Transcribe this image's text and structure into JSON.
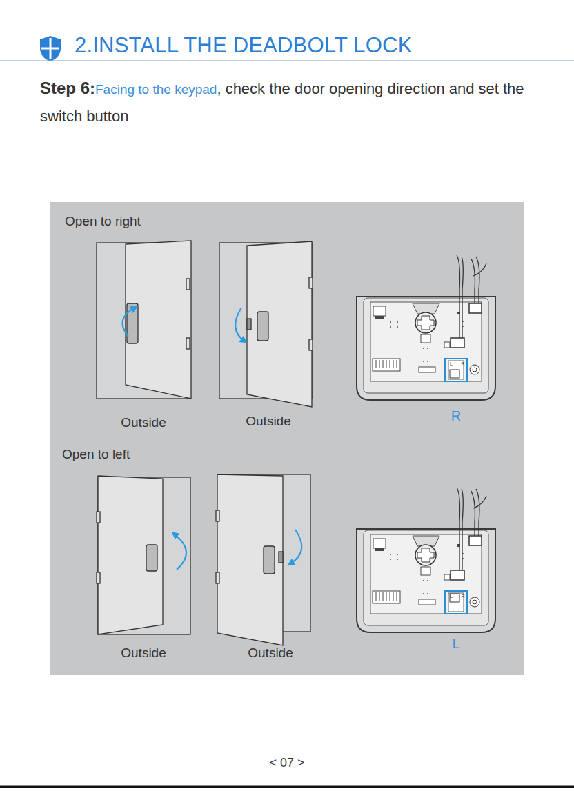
{
  "diagram": {
    "title": "2.INSTALL THE DEADBOLT LOCK",
    "labels": [
      "Step 6:",
      "Facing to the keypad",
      ", check the door opening direction and set the switch button",
      "Open to right",
      "Outside",
      "Outside",
      "L",
      "R",
      "R",
      "Open to left",
      "Outside",
      "Outside",
      "L",
      "R",
      "L",
      "< 07 >"
    ]
  }
}
